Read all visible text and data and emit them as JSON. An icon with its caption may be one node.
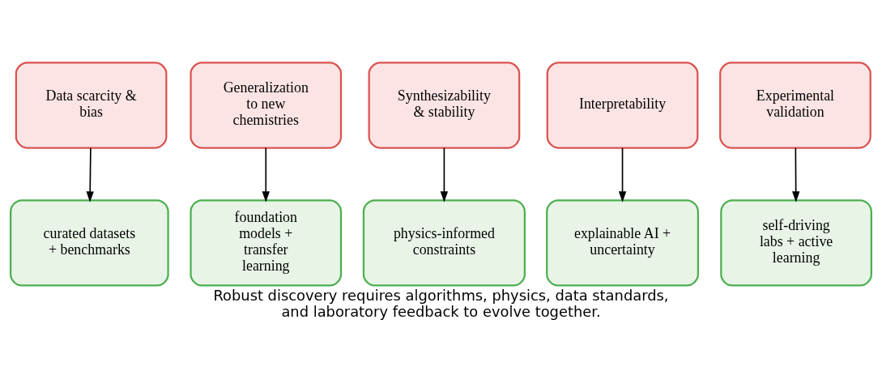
{
  "diagram": {
    "caption": "Robust discovery requires algorithms, physics, data standards, and laboratory feedback to evolve together.",
    "nodes": [
      {
        "text": [
          "Data scarcity & bias"
        ]
      },
      {
        "text": [
          "Generalization to new chemistries"
        ]
      },
      {
        "text": [
          "Synthesizability & stability"
        ]
      },
      {
        "text": [
          "Interpretability"
        ]
      },
      {
        "text": [
          "Experimental validation"
        ]
      },
      {
        "text": [
          "curated datasets + benchmarks"
        ]
      },
      {
        "text": [
          "foundation models + transfer learning"
        ]
      },
      {
        "text": [
          "physics-informed constraints"
        ]
      },
      {
        "text": [
          "explainable AI + uncertainty"
        ]
      },
      {
        "text": [
          "self-driving labs + active learning"
        ]
      }
    ],
    "edges": [
      {
        "from": 0,
        "to": 5,
        "arrow": "to"
      },
      {
        "from": 1,
        "to": 6,
        "arrow": "to"
      },
      {
        "from": 2,
        "to": 7,
        "arrow": "to"
      },
      {
        "from": 3,
        "to": 8,
        "arrow": "to"
      },
      {
        "from": 4,
        "to": 9,
        "arrow": "to"
      }
    ]
  }
}
